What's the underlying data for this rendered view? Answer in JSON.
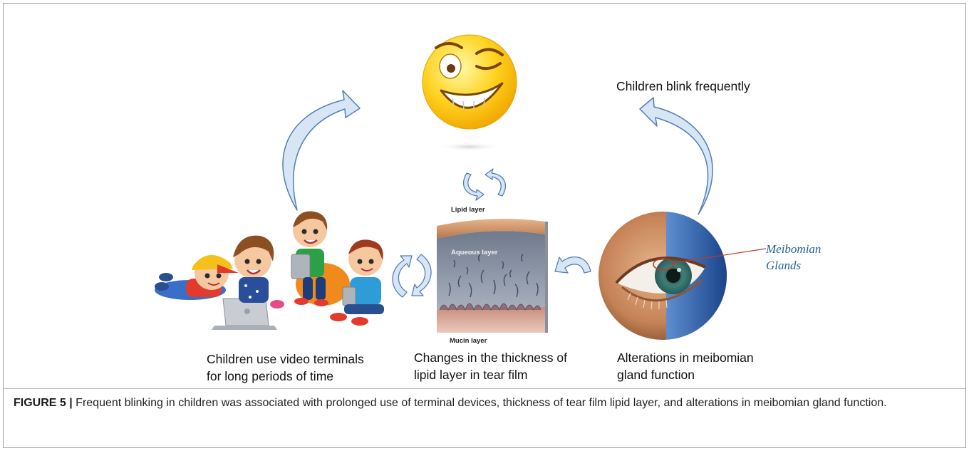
{
  "labels": {
    "blink": "Children blink frequently",
    "children": [
      "Children use video terminals",
      "for long periods of time"
    ],
    "tear_film": [
      "Changes in the thickness of",
      "lipid layer in tear film"
    ],
    "meibomian": [
      "Alterations in meibomian",
      "gland function"
    ]
  },
  "tear_film_layers": {
    "lipid": "Lipid layer",
    "aqueous": "Aqueous layer",
    "mucin": "Mucin layer"
  },
  "eye_callout": [
    "Meibomian",
    "Glands"
  ],
  "caption": {
    "figure_label": "FIGURE 5 |",
    "text": " Frequent blinking in children was associated with prolonged use of terminal devices, thickness of tear film lipid layer, and alterations in meibomian gland function."
  },
  "colors": {
    "arrow_fill": "#d7e5f4",
    "arrow_stroke": "#4f7fb6",
    "callout": "#1f5f9a"
  }
}
